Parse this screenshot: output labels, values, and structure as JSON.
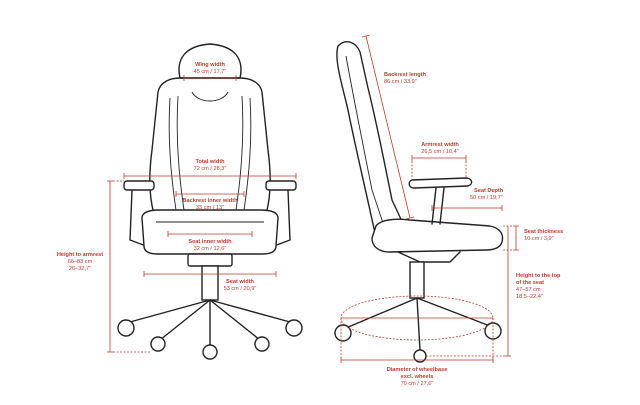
{
  "colors": {
    "dimension": "#c0392b",
    "outline": "#222222",
    "background": "#ffffff"
  },
  "front_view": {
    "wing_width": {
      "name": "Wing width",
      "value": "45 cm / 17,7\""
    },
    "total_width": {
      "name": "Total width",
      "value": "72 cm / 28,3\""
    },
    "backrest_inner_width": {
      "name": "Backrest inner width",
      "value": "33 cm / 13\""
    },
    "seat_inner_width": {
      "name": "Seat inner width",
      "value": "32 cm / 12,6\""
    },
    "seat_width": {
      "name": "Seat width",
      "value": "53 cm / 20,9\""
    },
    "height_to_armrest": {
      "name": "Height to armrest",
      "value_1": "66–83 cm",
      "value_2": "26–32,7\""
    }
  },
  "side_view": {
    "backrest_length": {
      "name": "Backrest length",
      "value": "86 cm / 33,9\""
    },
    "armrest_width": {
      "name": "Armrest width",
      "value": "26,5 cm / 10,4\""
    },
    "seat_depth": {
      "name": "Seat Depth",
      "value": "50 cm / 19,7\""
    },
    "seat_thickness": {
      "name": "Seat thickness",
      "value": "10 cm / 3,9\""
    },
    "height_to_seat": {
      "name_1": "Height to the top",
      "name_2": "of the seat",
      "value_1": "47–57 cm",
      "value_2": "18,5–22,4\""
    },
    "wheelbase": {
      "name_1": "Diameter of wheelbase",
      "name_2": "excl. wheels",
      "value": "70 cm / 27,6\""
    }
  }
}
